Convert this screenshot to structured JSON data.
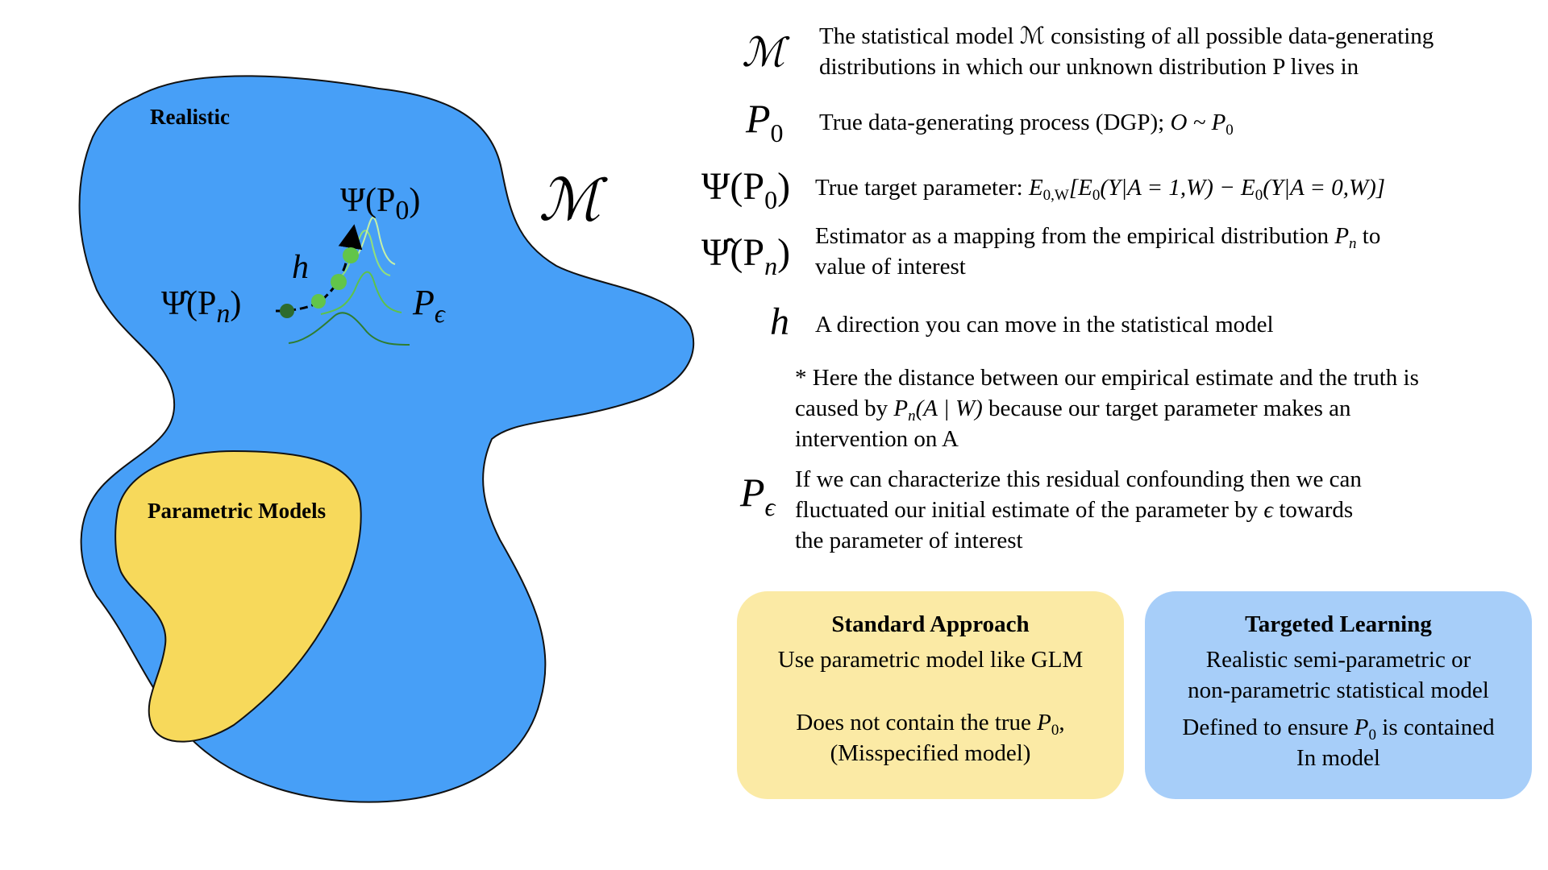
{
  "diagram": {
    "region_labels": {
      "realistic": "Realistic",
      "parametric": "Parametric Models",
      "model_symbol": "ℳ"
    },
    "points": {
      "estimate": "Ψ̂(P",
      "estimate_sub": "n",
      "truth": "Ψ(P",
      "truth_sub": "0",
      "direction": "h",
      "fluctuation": "P",
      "fluctuation_sub": "ϵ",
      "close_paren": ")"
    },
    "colors": {
      "model_region": "#479ff7",
      "parametric_region": "#f7d95b",
      "estimate_point": "#2d6b2d",
      "path_points": "#62c54a",
      "curves": [
        "#2f7d2f",
        "#5dc24a",
        "#92e07a",
        "#c4f0a8"
      ]
    }
  },
  "legend": {
    "model": {
      "symbol": "ℳ",
      "line1": "The statistical model ℳ consisting of all possible data-generating",
      "line2": "distributions in which our unknown distribution P lives in"
    },
    "p0": {
      "symbol": "P",
      "symbol_sub": "0",
      "text": "True data-generating process (DGP); ",
      "math": "O ~ P",
      "math_sub": "0"
    },
    "psi": {
      "symbol": "Ψ(P",
      "symbol_sub": "0",
      "symbol_close": ")",
      "text": "True target parameter: ",
      "math_a": "E",
      "math_a_sub": "0,W",
      "math_b": "[E",
      "math_b_sub": "0",
      "math_c": "(Y|A = 1,W) − E",
      "math_c_sub": "0",
      "math_d": "(Y|A = 0,W)]"
    },
    "psihat": {
      "symbol": "Ψ̂(P",
      "symbol_sub": "n",
      "symbol_close": ")",
      "line1_pre": "Estimator as a mapping from the empirical distribution ",
      "line1_math": "P",
      "line1_math_sub": "n",
      "line1_post": " to",
      "line2": "value of interest"
    },
    "h": {
      "symbol": "h",
      "text": "A direction you can move in the statistical model"
    },
    "note": {
      "line1": "* Here the distance between our empirical estimate and the truth is",
      "line2_pre": "caused by ",
      "line2_math": "P",
      "line2_math_sub": "n",
      "line2_math_rest": "(A | W)",
      "line2_post": " because our target parameter makes an",
      "line3": "intervention on A"
    },
    "peps": {
      "symbol": "P",
      "symbol_sub": "ϵ",
      "line1": "If we can characterize this residual confounding then we can",
      "line2_pre": "fluctuated our initial estimate of the parameter by ",
      "line2_math": "ϵ",
      "line2_post": " towards",
      "line3": "the parameter of interest"
    }
  },
  "boxes": {
    "standard": {
      "title": "Standard Approach",
      "line1": "Use parametric model like GLM",
      "line2_pre": "Does not contain the true ",
      "line2_math": "P",
      "line2_math_sub": "0",
      "line2_post": ",",
      "line3": "(Misspecified model)",
      "color": "#fbeaa5"
    },
    "targeted": {
      "title": "Targeted Learning",
      "line1": "Realistic semi-parametric or",
      "line2": "non-parametric statistical model",
      "line3_pre": "Defined to ensure ",
      "line3_math": "P",
      "line3_math_sub": "0",
      "line3_post": " is contained",
      "line4": "In model",
      "color": "#a7cef9"
    }
  }
}
